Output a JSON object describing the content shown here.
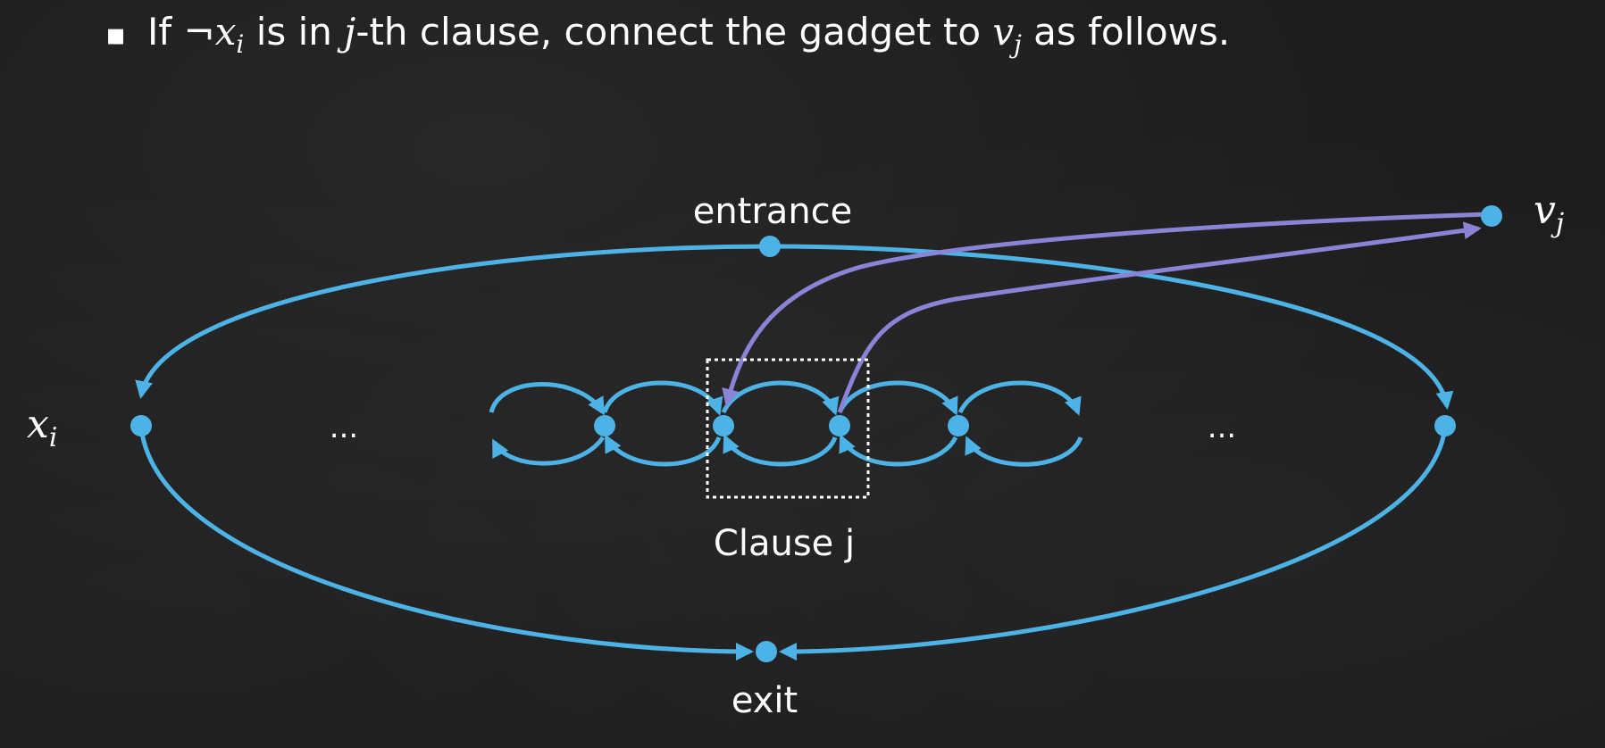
{
  "heading": {
    "bullet": "▪",
    "prefix": "If ",
    "neg": "¬",
    "xi_base": "x",
    "xi_sub": "i",
    "mid1": " is in ",
    "j": "j",
    "mid2": "-th clause, connect the gadget to ",
    "vj_base": "v",
    "vj_sub": "j",
    "suffix": " as follows."
  },
  "labels": {
    "entrance": "entrance",
    "exit": "exit",
    "clause": "Clause j",
    "xi_base": "x",
    "xi_sub": "i",
    "vj_base": "v",
    "vj_sub": "j",
    "dots_left": "...",
    "dots_right": "..."
  },
  "colors": {
    "edge": "#4db3e6",
    "node": "#4db3e6",
    "connect": "#8a84d6",
    "box": "#ffffff",
    "text": "#ffffff"
  }
}
